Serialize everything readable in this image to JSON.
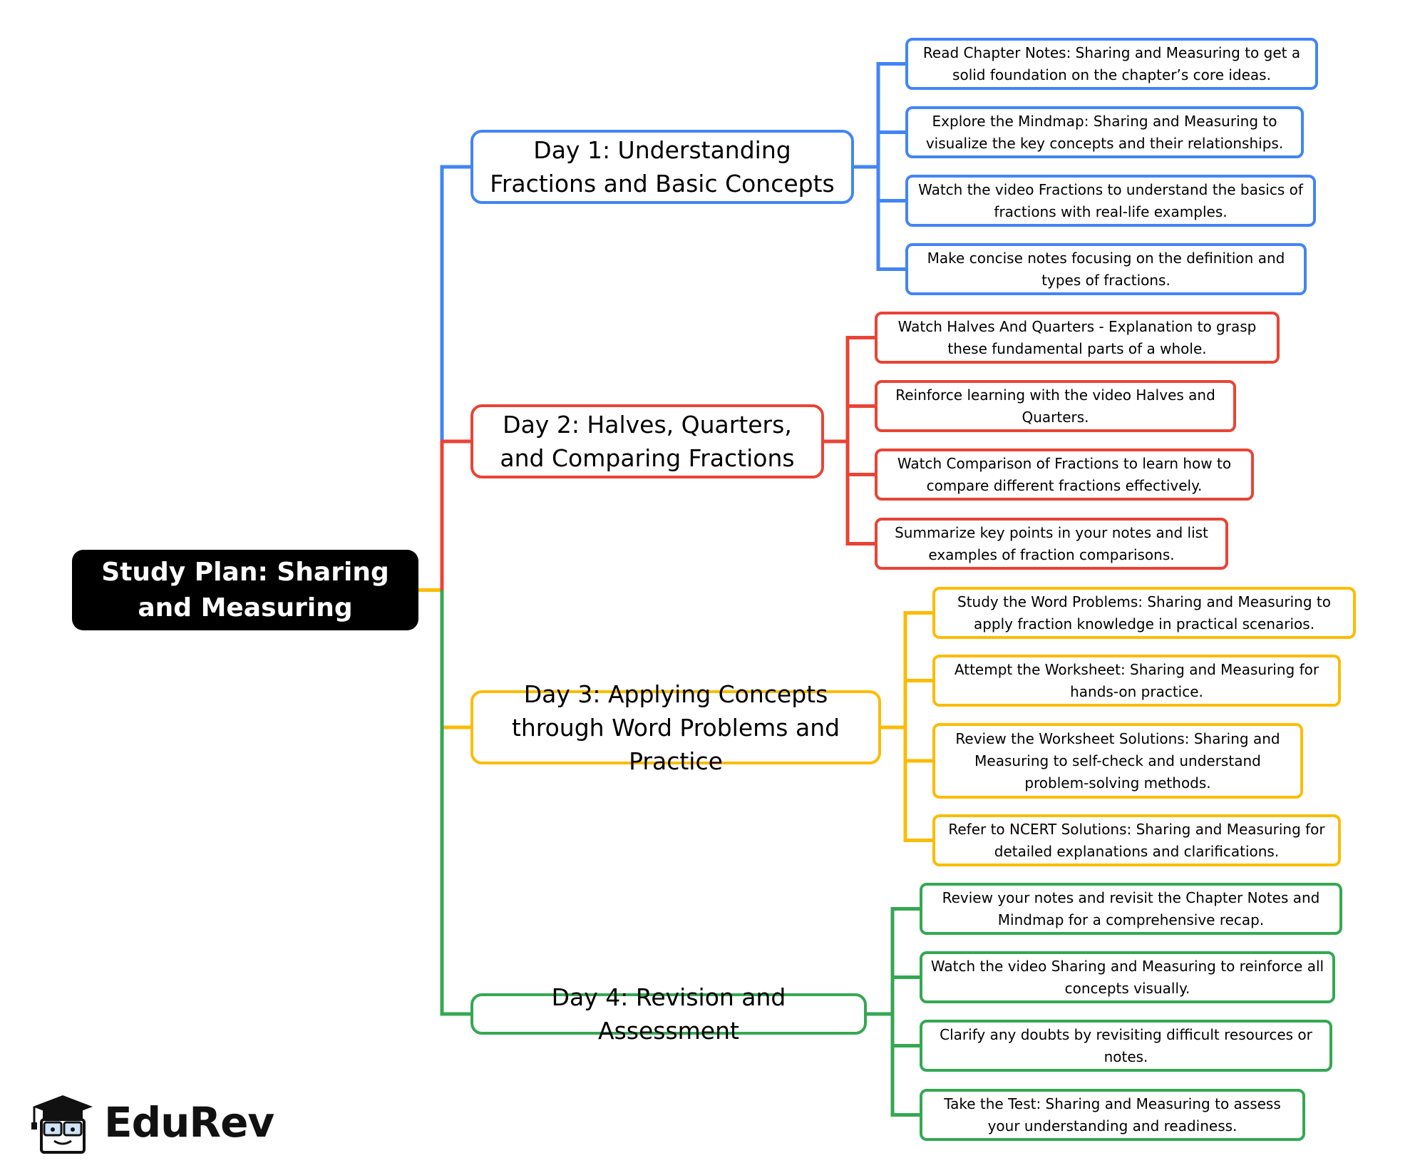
{
  "colors": {
    "day1": "#4285f4",
    "day2": "#ea4335",
    "day3": "#fbbc04",
    "day4": "#34a853",
    "root_bg": "#000000"
  },
  "root": {
    "label": "Study Plan: Sharing and Measuring"
  },
  "days": [
    {
      "label": "Day 1: Understanding Fractions and Basic Concepts",
      "tasks": [
        "Read Chapter Notes: Sharing and Measuring to get a solid foundation on the chapter’s core ideas.",
        "Explore the Mindmap: Sharing and Measuring to visualize the key concepts and their relationships.",
        "Watch the video Fractions to understand the basics of fractions with real-life examples.",
        "Make concise notes focusing on the definition and types of fractions."
      ]
    },
    {
      "label": "Day 2: Halves, Quarters, and Comparing Fractions",
      "tasks": [
        "Watch Halves And Quarters - Explanation to grasp these fundamental parts of a whole.",
        "Reinforce learning with the video Halves and Quarters.",
        "Watch Comparison of Fractions to learn how to compare different fractions effectively.",
        "Summarize key points in your notes and list examples of fraction comparisons."
      ]
    },
    {
      "label": "Day 3: Applying Concepts through Word Problems and Practice",
      "tasks": [
        "Study the Word Problems: Sharing and Measuring to apply fraction knowledge in practical scenarios.",
        "Attempt the Worksheet: Sharing and Measuring for hands-on practice.",
        "Review the Worksheet Solutions: Sharing and Measuring to self-check and understand problem-solving methods.",
        "Refer to NCERT Solutions: Sharing and Measuring for detailed explanations and clarifications."
      ]
    },
    {
      "label": "Day 4: Revision and Assessment",
      "tasks": [
        "Review your notes and revisit the Chapter Notes and Mindmap for a comprehensive recap.",
        "Watch the video Sharing and Measuring to reinforce all concepts visually.",
        "Clarify any doubts by revisiting difficult resources or notes.",
        "Take the Test: Sharing and Measuring to assess your understanding and readiness."
      ]
    }
  ],
  "brand": {
    "name": "EduRev",
    "icon": "graduation-cap-icon"
  }
}
